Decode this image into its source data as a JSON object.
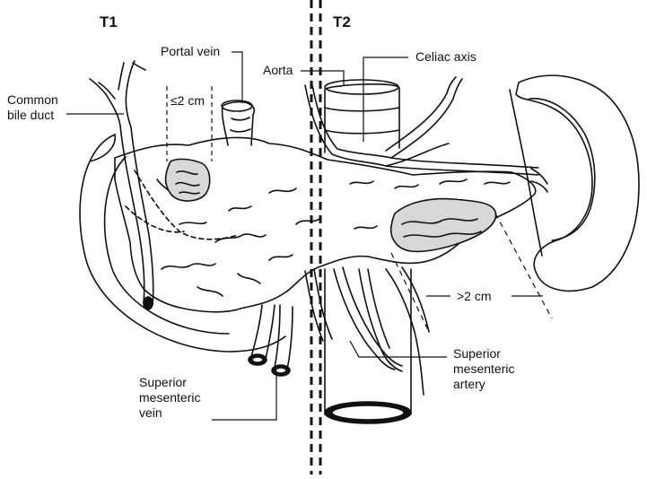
{
  "labels": {
    "stage_t1": "T1",
    "stage_t2": "T2",
    "common_bile_duct": "Common\nbile duct",
    "portal_vein": "Portal vein",
    "size_le2": "≤2 cm",
    "aorta": "Aorta",
    "celiac_axis": "Celiac axis",
    "size_gt2": ">2 cm",
    "superior_mesenteric_artery": "Superior\nmesenteric\nartery",
    "superior_mesenteric_vein": "Superior\nmesenteric\nvein"
  },
  "colors": {
    "line": "#111111",
    "tumor_fill": "#d8d8d8",
    "background": "#ffffff"
  }
}
